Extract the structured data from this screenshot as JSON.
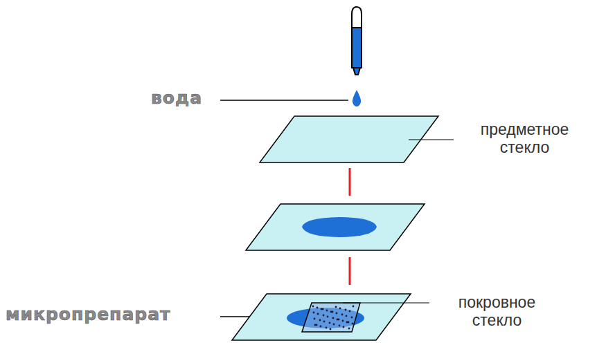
{
  "diagram": {
    "labels": [
      "вода",
      "предметное стекло",
      "микропрепарат",
      "покровное стекло"
    ]
  }
}
